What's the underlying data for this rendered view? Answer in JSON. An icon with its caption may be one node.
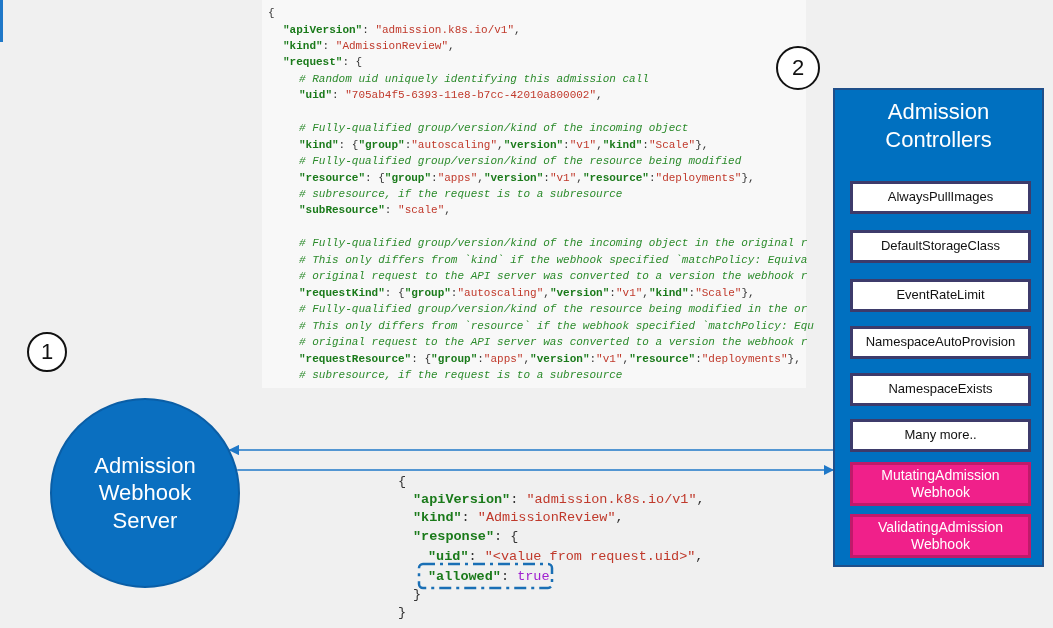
{
  "diagram": {
    "nodes": [
      {
        "text": [
          "Admission Webhook Server"
        ]
      },
      {
        "text": [
          "Admission Controllers"
        ]
      },
      {
        "text": [
          "AlwaysPullImages"
        ],
        "in": 1
      },
      {
        "text": [
          "DefaultStorageClass"
        ],
        "in": 1
      },
      {
        "text": [
          "EventRateLimit"
        ],
        "in": 1
      },
      {
        "text": [
          "NamespaceAutoProvision"
        ],
        "in": 1
      },
      {
        "text": [
          "NamespaceExists"
        ],
        "in": 1
      },
      {
        "text": [
          "Many more.."
        ],
        "in": 1
      },
      {
        "text": [
          "MutatingAdmission Webhook"
        ],
        "in": 1
      },
      {
        "text": [
          "ValidatingAdmission Webhook"
        ],
        "in": 1
      },
      {
        "text": [
          "1"
        ]
      },
      {
        "text": [
          "2"
        ]
      }
    ],
    "edges": [
      {
        "from": 1,
        "to": 0,
        "arrow": "to"
      },
      {
        "from": 0,
        "to": 1,
        "arrow": "to"
      }
    ],
    "labels": [
      "{",
      "\"apiVersion\": \"admission.k8s.io/v1\",",
      "\"kind\": \"AdmissionReview\",",
      "\"request\": {",
      "# Random uid uniquely identifying this admission call",
      "\"uid\": \"705ab4f5-6393-11e8-b7cc-42010a800002\",",
      "# Fully-qualified group/version/kind of the incoming object",
      "\"kind\": {\"group\":\"autoscaling\",\"version\":\"v1\",\"kind\":\"Scale\"},",
      "# Fully-qualified group/version/kind of the resource being modified",
      "\"resource\": {\"group\":\"apps\",\"version\":\"v1\",\"resource\":\"deployments\"},",
      "# subresource, if the request is to a subresource",
      "\"subResource\": \"scale\",",
      "# Fully-qualified group/version/kind of the incoming object in the original r",
      "# This only differs from `kind` if the webhook specified `matchPolicy: Equiva",
      "# original request to the API server was converted to a version the webhook r",
      "\"requestKind\": {\"group\":\"autoscaling\",\"version\":\"v1\",\"kind\":\"Scale\"},",
      "# Fully-qualified group/version/kind of the resource being modified in the or",
      "# This only differs from `resource` if the webhook specified `matchPolicy: Equ",
      "# original request to the API server was converted to a version the webhook r",
      "\"requestResource\": {\"group\":\"apps\",\"version\":\"v1\",\"resource\":\"deployments\"},",
      "# subresource, if the request is to a subresource",
      "{",
      "\"apiVersion\": \"admission.k8s.io/v1\",",
      "\"kind\": \"AdmissionReview\",",
      "\"response\": {",
      "\"uid\": \"<value from request.uid>\",",
      "\"allowed\": true",
      "}",
      "}"
    ]
  }
}
